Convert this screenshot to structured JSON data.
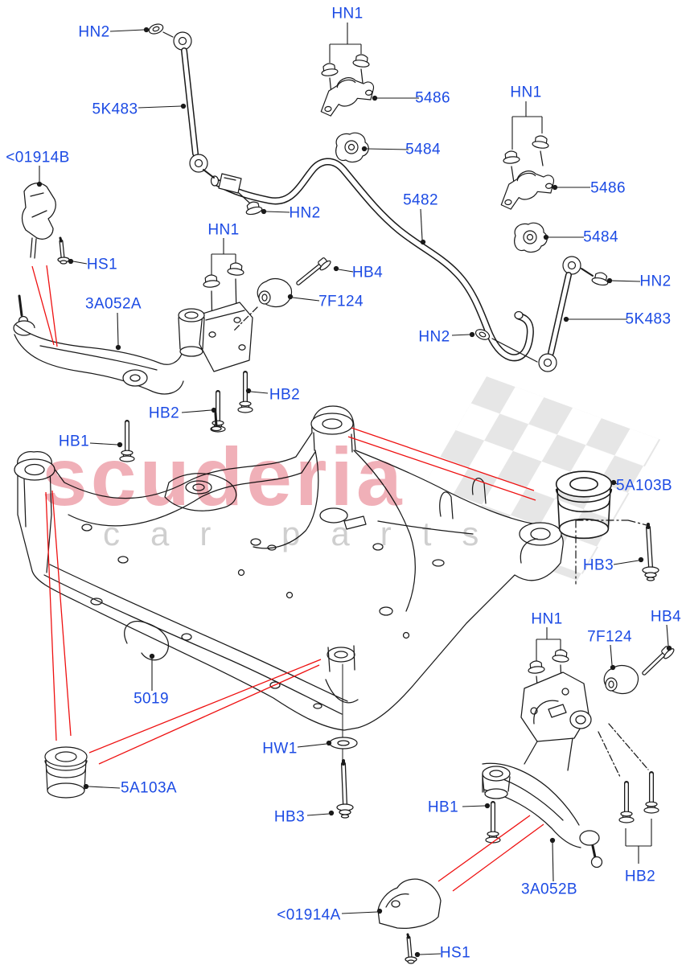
{
  "watermark": {
    "brand": "scuderia",
    "tagline": "car parts"
  },
  "colors": {
    "label_blue": "#1c4be4",
    "line_black": "#1a1a1a",
    "callout_red": "#ee1111",
    "brand_pink": "#e26273",
    "tagline_gray": "#c4c4c4",
    "checker_gray": "#e6e6e6",
    "background": "#ffffff"
  },
  "callouts": [
    {
      "id": "hn2-top-left",
      "text": "HN2"
    },
    {
      "id": "5k483-left",
      "text": "5K483"
    },
    {
      "id": "01914b",
      "text": "<01914B"
    },
    {
      "id": "hn1-top",
      "text": "HN1"
    },
    {
      "id": "5486-left",
      "text": "5486"
    },
    {
      "id": "5484-left",
      "text": "5484"
    },
    {
      "id": "hn1-top-right",
      "text": "HN1"
    },
    {
      "id": "5486-right",
      "text": "5486"
    },
    {
      "id": "5484-right",
      "text": "5484"
    },
    {
      "id": "5482",
      "text": "5482"
    },
    {
      "id": "hn2-mid",
      "text": "HN2"
    },
    {
      "id": "hn1-mid-left",
      "text": "HN1"
    },
    {
      "id": "hs1-top",
      "text": "HS1"
    },
    {
      "id": "hb4-top",
      "text": "HB4"
    },
    {
      "id": "7f124-top",
      "text": "7F124"
    },
    {
      "id": "3a052a",
      "text": "3A052A"
    },
    {
      "id": "hn2-right",
      "text": "HN2"
    },
    {
      "id": "5k483-right",
      "text": "5K483"
    },
    {
      "id": "hn2-mid-right",
      "text": "HN2"
    },
    {
      "id": "hb2-upper",
      "text": "HB2"
    },
    {
      "id": "hb2-lower",
      "text": "HB2"
    },
    {
      "id": "hb1-top",
      "text": "HB1"
    },
    {
      "id": "5a103b",
      "text": "5A103B"
    },
    {
      "id": "hb3-right",
      "text": "HB3"
    },
    {
      "id": "5019",
      "text": "5019"
    },
    {
      "id": "hw1",
      "text": "HW1"
    },
    {
      "id": "5a103a",
      "text": "5A103A"
    },
    {
      "id": "hb3-left",
      "text": "HB3"
    },
    {
      "id": "hn1-bottom",
      "text": "HN1"
    },
    {
      "id": "7f124-bottom",
      "text": "7F124"
    },
    {
      "id": "hb4-bottom",
      "text": "HB4"
    },
    {
      "id": "hb1-bottom",
      "text": "HB1"
    },
    {
      "id": "3a052b",
      "text": "3A052B"
    },
    {
      "id": "hb2-bottom",
      "text": "HB2"
    },
    {
      "id": "01914a",
      "text": "<01914A"
    },
    {
      "id": "hs1-bottom",
      "text": "HS1"
    }
  ]
}
